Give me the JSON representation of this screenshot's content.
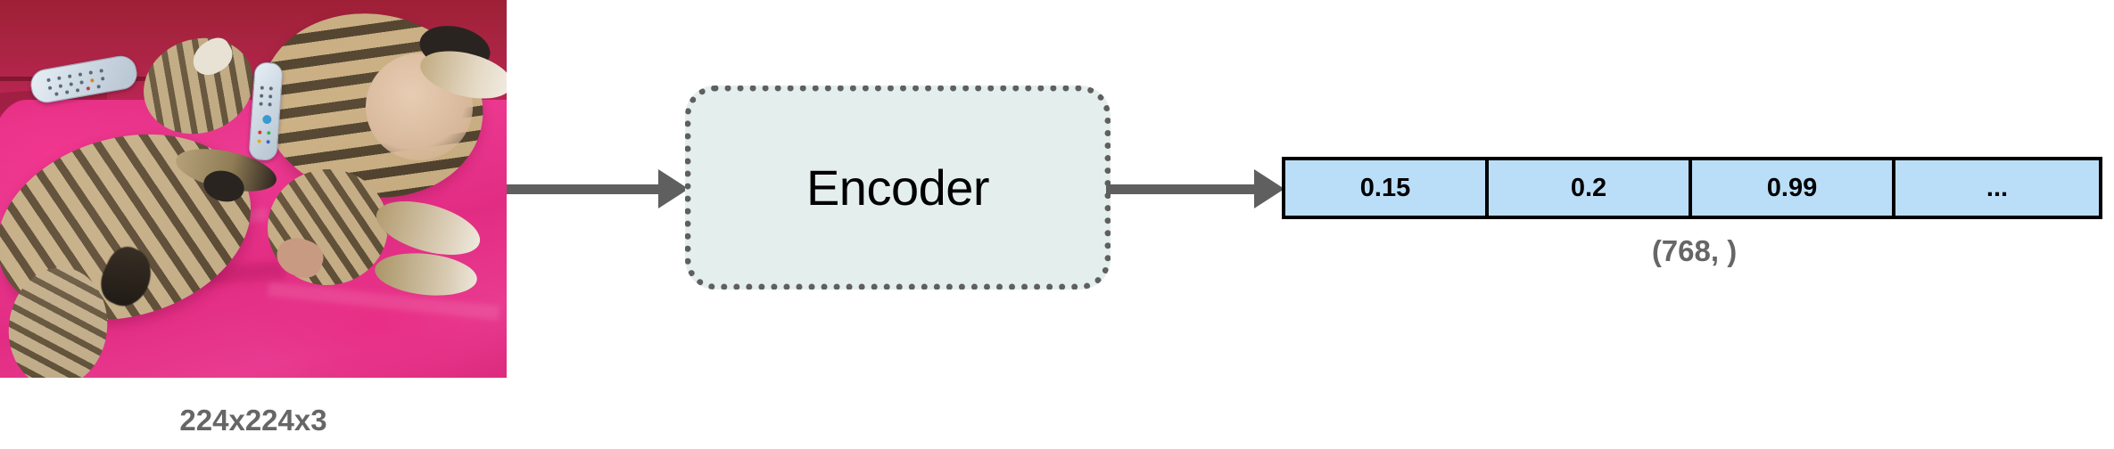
{
  "diagram": {
    "title": "image encoder embedding pipeline",
    "colors": {
      "arrow": "#5f5f5f",
      "encoder_fill": "#e4efed",
      "encoder_border": "#5f5f5f",
      "vector_fill": "#bbdef8",
      "vector_border": "#000000",
      "caption_text": "#666666",
      "label_text": "#000000"
    }
  },
  "input": {
    "image_alt": "two tabby cats lying on a pink blanket on a red couch with two tv remote controls",
    "caption": "224x224x3"
  },
  "encoder": {
    "label": "Encoder"
  },
  "arrows": [
    {
      "name": "input-to-encoder",
      "direction": "right"
    },
    {
      "name": "encoder-to-vector",
      "direction": "right"
    }
  ],
  "embedding": {
    "cells": [
      "0.15",
      "0.2",
      "0.99",
      "..."
    ],
    "caption": "(768, )"
  }
}
